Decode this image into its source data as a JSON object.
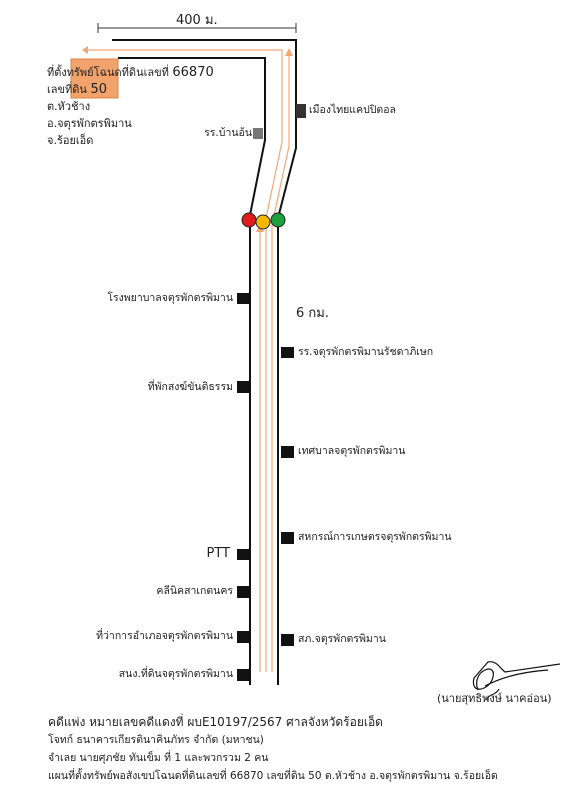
{
  "map": {
    "distance_top": "400 ม.",
    "distance_road": "6 กม.",
    "parcel": {
      "line1_prefix": "ที่ตั้งทรัพย์โฉนดที่ดินเลขที่",
      "deed_no": "66870",
      "line2_prefix": "เลขที่ดิน",
      "land_no": "50",
      "line3": "ต.หัวช้าง",
      "line4": "อ.จตุรพักตรพิมาน",
      "line5": "จ.ร้อยเอ็ด",
      "color": "#f2a36b"
    },
    "landmarks_left": [
      "รร.บ้านอ้น",
      "โรงพยาบาลจตุรพักตรพิมาน",
      "ที่พักสงฆ์ขันติธรรม",
      "PTT",
      "คลีนิคสาเกตนคร",
      "ที่ว่าการอำเภอจตุรพักตรพิมาน",
      "สนง.ที่ดินจตุรพักตรพิมาน"
    ],
    "landmarks_right": [
      "เมืองไทยแคปปิตอล",
      "รร.จตุรพักตรพิมานรัชดาภิเษก",
      "เทศบาลจตุรพักตรพิมาน",
      "สหกรณ์การเกษตรจตุรพักตรพิมาน",
      "สภ.จตุรพักตรพิมาน"
    ],
    "traffic_light_colors": [
      "#e11b1b",
      "#f5b800",
      "#1ea13c"
    ],
    "route_color": "#f0a878"
  },
  "signature": {
    "name": "(นายสุทธิพงษ์ นาคอ่อน)"
  },
  "footer": {
    "line1": "คดีแพ่ง หมายเลขคดีแดงที่ ผบE10197/2567 ศาลจังหวัดร้อยเอ็ด",
    "line2": "โจทก์ ธนาคารเกียรตินาคินภัทร จำกัด (มหาชน)",
    "line3": "จำเลย นายศุภชัย ทันเข็ม ที่ 1 และพวกรวม 2 คน",
    "line4": "แผนที่ตั้งทรัพย์พอสังเขปโฉนดที่ดินเลขที่ 66870 เลขที่ดิน 50 ต.หัวช้าง อ.จตุรพักตรพิมาน จ.ร้อยเอ็ด"
  }
}
